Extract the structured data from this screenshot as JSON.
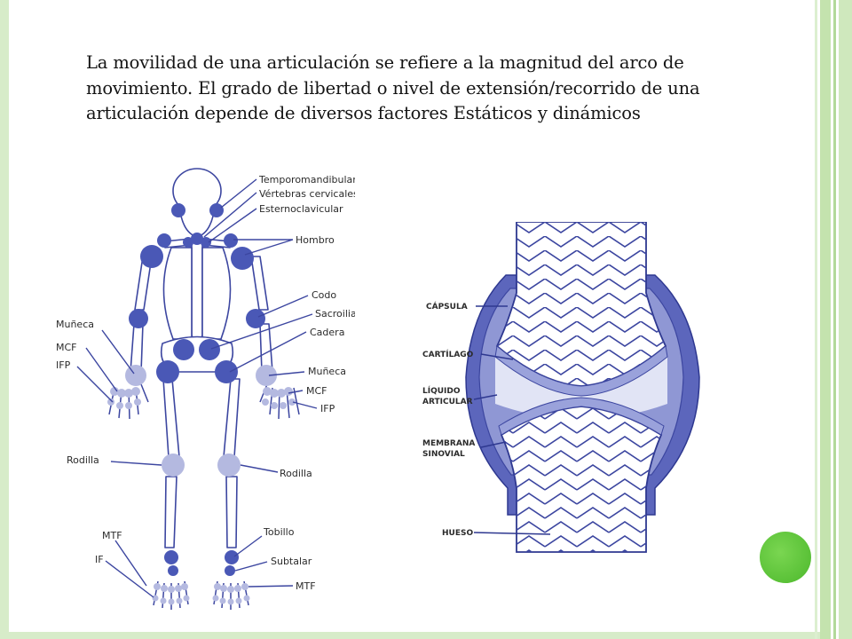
{
  "slide": {
    "paragraph": "La movilidad de una articulación se refiere a la magnitud del arco de movimiento. El grado de libertad o nivel de extensión/recorrido de una articulación depende de diversos factores Estáticos y dinámicos"
  },
  "skeleton_labels": {
    "temporomandibular": "Temporomandibular",
    "vertebras_cervicales": "Vértebras cervicales",
    "esternoclavicular": "Esternoclavicular",
    "hombro": "Hombro",
    "codo": "Codo",
    "sacroilia": "Sacroilia",
    "cadera": "Cadera",
    "muneca_left": "Muñeca",
    "mcf_left": "MCF",
    "ifp_left": "IFP",
    "muneca_right": "Muñeca",
    "mcf_right": "MCF",
    "ifp_right": "IFP",
    "rodilla_left": "Rodilla",
    "rodilla_right": "Rodilla",
    "mtf_left": "MTF",
    "if_left": "IF",
    "tobillo": "Tobillo",
    "subtalar": "Subtalar",
    "mtf_right": "MTF"
  },
  "joint_labels": {
    "capsula": "CÁPSULA",
    "cartilago": "CARTÍLAGO",
    "liquido_1": "LÍQUIDO",
    "liquido_2": "ARTICULAR",
    "membrana_1": "MEMBRANA",
    "membrana_2": "SINOVIAL",
    "hueso": "HUESO"
  },
  "colors": {
    "joint_major": "#4a58b6",
    "joint_minor": "#b4b9e0",
    "bone_outline": "#3c46a0",
    "background": "#ffffff",
    "accent_green": "#56c232"
  }
}
